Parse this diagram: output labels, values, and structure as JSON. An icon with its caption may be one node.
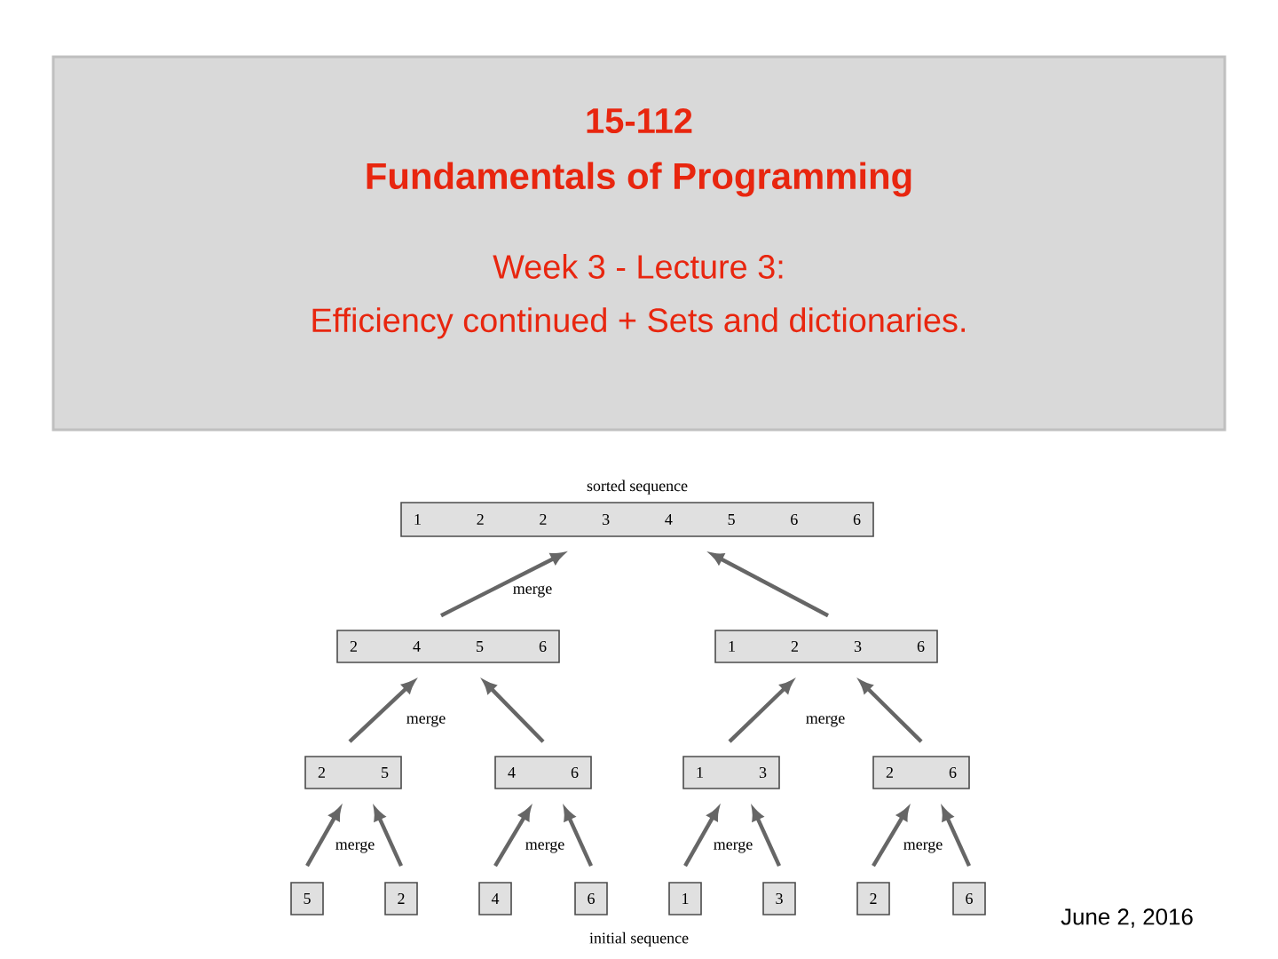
{
  "diagram": {
    "title": "Fundamentals of Programming",
    "nodes": [
      {
        "text": [
          "1",
          "2",
          "2",
          "3",
          "4",
          "5",
          "6",
          "6"
        ],
        "beside": [
          "sorted sequence"
        ]
      },
      {
        "text": [
          "2",
          "4",
          "5",
          "6"
        ]
      },
      {
        "text": [
          "1",
          "2",
          "3",
          "6"
        ]
      },
      {
        "text": [
          "2",
          "5"
        ]
      },
      {
        "text": [
          "4",
          "6"
        ]
      },
      {
        "text": [
          "1",
          "3"
        ]
      },
      {
        "text": [
          "2",
          "6"
        ]
      },
      {
        "text": [
          "5"
        ]
      },
      {
        "text": [
          "2"
        ]
      },
      {
        "text": [
          "4"
        ]
      },
      {
        "text": [
          "6"
        ]
      },
      {
        "text": [
          "1"
        ]
      },
      {
        "text": [
          "3"
        ]
      },
      {
        "text": [
          "2"
        ]
      },
      {
        "text": [
          "6"
        ]
      }
    ],
    "edges": [
      {
        "from": 1,
        "to": 0,
        "arrow": "to"
      },
      {
        "from": 2,
        "to": 0,
        "arrow": "to"
      },
      {
        "from": 3,
        "to": 1,
        "arrow": "to"
      },
      {
        "from": 4,
        "to": 1,
        "arrow": "to"
      },
      {
        "from": 5,
        "to": 2,
        "arrow": "to"
      },
      {
        "from": 6,
        "to": 2,
        "arrow": "to"
      },
      {
        "from": 7,
        "to": 3,
        "arrow": "to"
      },
      {
        "from": 8,
        "to": 3,
        "arrow": "to"
      },
      {
        "from": 9,
        "to": 4,
        "arrow": "to"
      },
      {
        "from": 10,
        "to": 4,
        "arrow": "to"
      },
      {
        "from": 11,
        "to": 5,
        "arrow": "to"
      },
      {
        "from": 12,
        "to": 5,
        "arrow": "to"
      },
      {
        "from": 13,
        "to": 6,
        "arrow": "to"
      },
      {
        "from": 14,
        "to": 6,
        "arrow": "to"
      }
    ],
    "labels": [
      "15-112",
      "Week 3 - Lecture 3:",
      "Efficiency continued + Sets and dictionaries.",
      "merge",
      "merge",
      "merge",
      "merge",
      "merge",
      "merge",
      "merge",
      "initial sequence",
      "June 2, 2016"
    ]
  }
}
